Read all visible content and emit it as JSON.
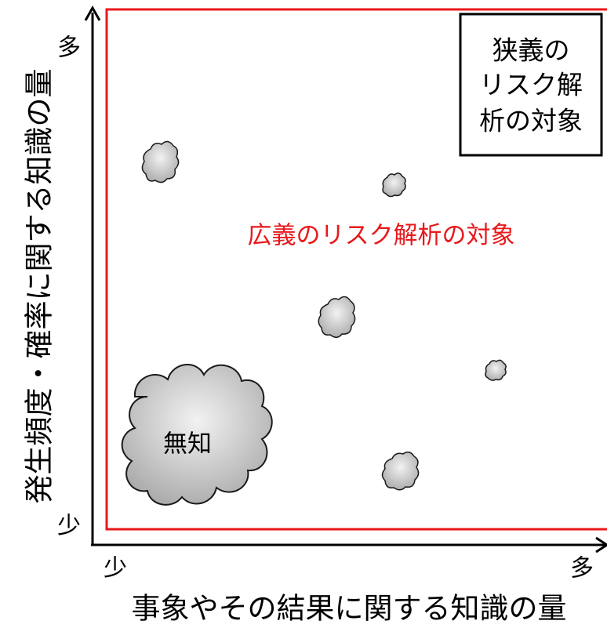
{
  "y_axis": {
    "label": "発生頻度・確率に関する知識の量",
    "high": "多",
    "low": "少"
  },
  "x_axis": {
    "label": "事象やその結果に関する知識の量",
    "low": "少",
    "high": "多"
  },
  "broad_region": {
    "label": "広義のリスク解析の対象",
    "color": "#e8191c"
  },
  "narrow_box": {
    "lines": [
      "狭義の",
      "リスク解",
      "析の対象"
    ]
  },
  "ignorance_cloud": {
    "label": "無知"
  },
  "colors": {
    "cloud_fill": "#bdbdbd",
    "cloud_stroke": "#1a1a1a",
    "axis": "#000000"
  }
}
